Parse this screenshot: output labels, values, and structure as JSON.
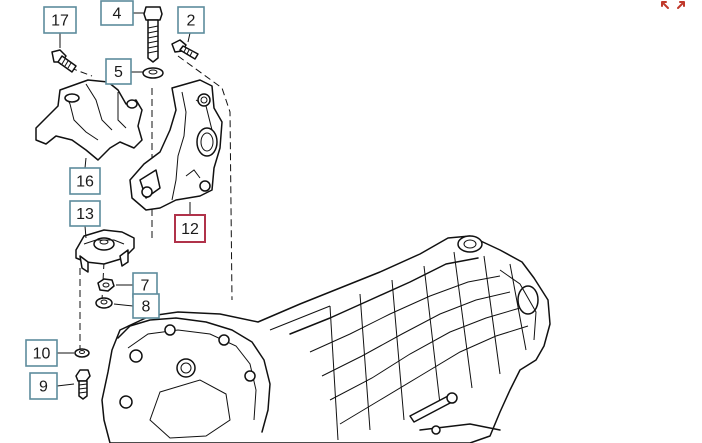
{
  "diagram": {
    "parts": [
      {
        "id": "p17",
        "label": "17",
        "selected": false
      },
      {
        "id": "p4",
        "label": "4",
        "selected": false
      },
      {
        "id": "p2",
        "label": "2",
        "selected": false
      },
      {
        "id": "p5",
        "label": "5",
        "selected": false
      },
      {
        "id": "p16",
        "label": "16",
        "selected": false
      },
      {
        "id": "p13",
        "label": "13",
        "selected": false
      },
      {
        "id": "p12",
        "label": "12",
        "selected": true
      },
      {
        "id": "p7",
        "label": "7",
        "selected": false
      },
      {
        "id": "p8",
        "label": "8",
        "selected": false
      },
      {
        "id": "p10",
        "label": "10",
        "selected": false
      },
      {
        "id": "p9",
        "label": "9",
        "selected": false
      }
    ],
    "accent_color": "#5d8c9c",
    "selected_color": "#b0324a"
  },
  "controls": {
    "expand_icon": "expand-arrows-icon",
    "expand_color": "#c0392b"
  }
}
